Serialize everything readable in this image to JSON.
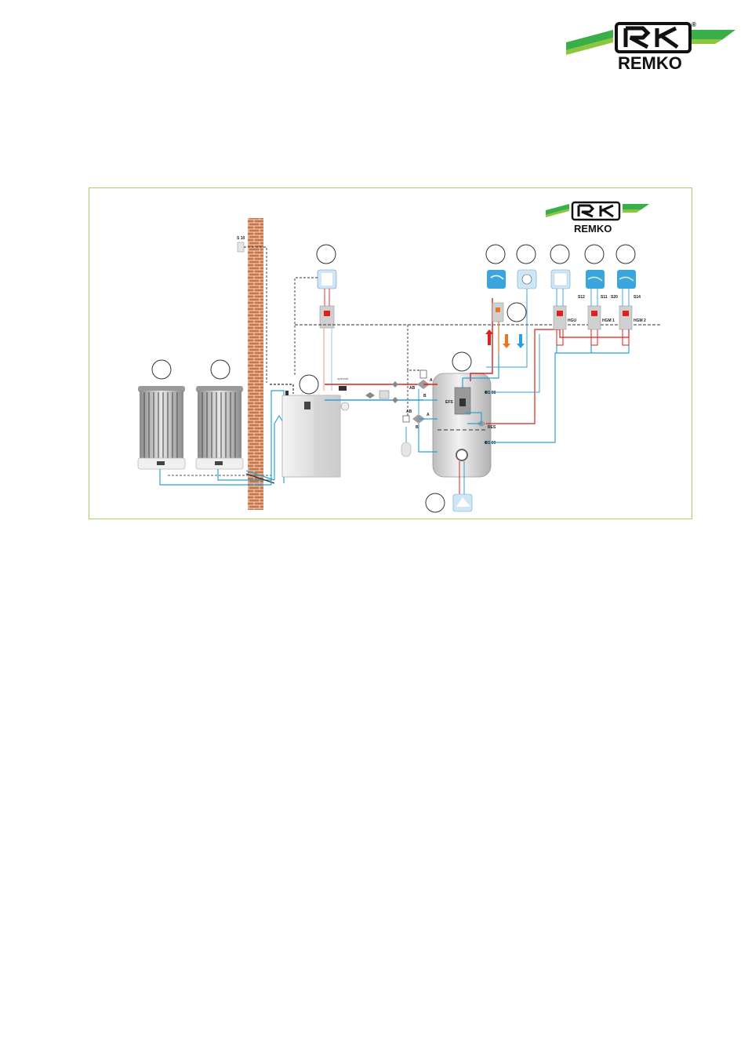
{
  "brand": {
    "name": "REMKO",
    "registered_mark": "®",
    "green": "#3aae49",
    "green_light": "#8cc63f"
  },
  "frame": {
    "border_color": "#a8cf6a"
  },
  "colors": {
    "hot_line": "#e0201b",
    "cold_line": "#2ba0d8",
    "warm_line": "#e87722",
    "control_line": "#333333",
    "brick": "#c8744a",
    "brick_mortar": "#f1d7c4",
    "tank": "#d9d9d9",
    "unit": "#e6e6e6"
  },
  "labels": {
    "sensor_s10": "S 10",
    "tank_efs": "EFS",
    "sensor_s08": "S 08",
    "sensor_s09": "S 09",
    "tank_res": "RES",
    "valve_ab_top": "AB",
    "valve_a_top": "A",
    "valve_b_top": "B",
    "valve_ab_bottom": "AB",
    "valve_a_bottom": "A",
    "valve_b_bottom": "B",
    "circuit_hgu": "HGU",
    "circuit_hgm1": "HGM 1",
    "circuit_hgm2": "HGM 2",
    "sensor_s12": "S12",
    "sensor_s11": "S11",
    "sensor_s20": "S20",
    "sensor_s14": "S14",
    "optional": "optional"
  }
}
